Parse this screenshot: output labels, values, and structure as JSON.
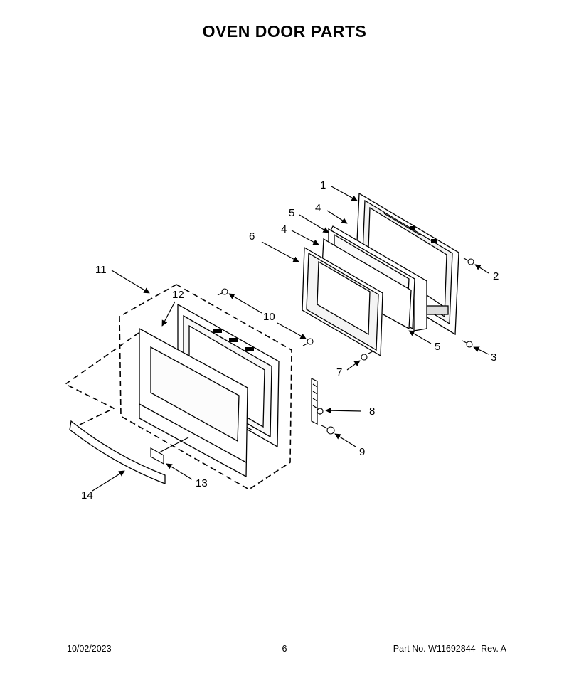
{
  "title": "OVEN DOOR PARTS",
  "callouts": [
    "1",
    "2",
    "3",
    "4",
    "4",
    "5",
    "5",
    "6",
    "7",
    "8",
    "9",
    "10",
    "11",
    "12",
    "13",
    "14"
  ],
  "footer": {
    "date": "10/02/2023",
    "page": "6",
    "part_no": "Part No.  W11692844",
    "rev": "Rev.  A"
  }
}
